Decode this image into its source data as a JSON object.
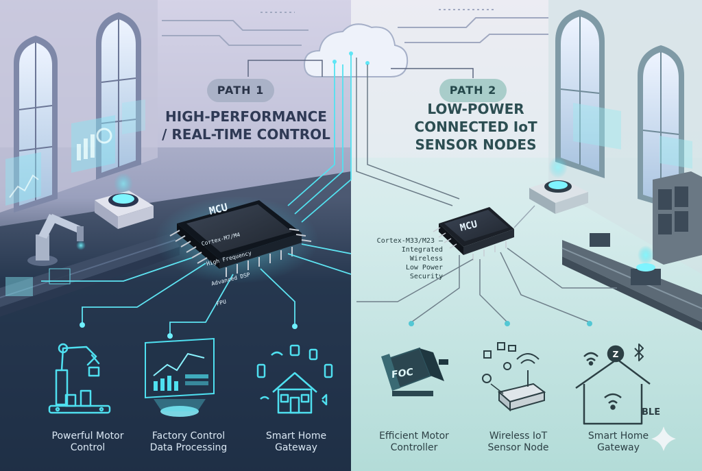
{
  "path1": {
    "badge": "PATH 1",
    "heading_line1": "HIGH-PERFORMANCE",
    "heading_line2": "/ REAL-TIME CONTROL",
    "chip": {
      "title": "MCU",
      "specs": [
        "Cortex-M7/M4",
        "High Frequency",
        "Advanced DSP",
        "FPU"
      ]
    },
    "applications": [
      {
        "label_line1": "Powerful Motor",
        "label_line2": "Control",
        "icon": "robot-arm-icon"
      },
      {
        "label_line1": "Factory Control",
        "label_line2": "Data Processing",
        "icon": "dashboard-icon"
      },
      {
        "label_line1": "Smart Home",
        "label_line2": "Gateway",
        "icon": "smart-home-icon"
      }
    ]
  },
  "path2": {
    "badge": "PATH 2",
    "heading_line1": "LOW-POWER",
    "heading_line2": "CONNECTED IoT",
    "heading_line3": "SENSOR NODES",
    "chip": {
      "title": "MCU",
      "specs": [
        "Cortex-M33/M23 —",
        "Integrated Wireless",
        "Low Power",
        "Security"
      ]
    },
    "applications": [
      {
        "label_line1": "Efficient Motor",
        "label_line2": "Controller",
        "icon": "motor-icon",
        "badge_text": "FOC"
      },
      {
        "label_line1": "Wireless IoT",
        "label_line2": "Sensor Node",
        "icon": "sensor-node-icon"
      },
      {
        "label_line1": "Smart Home",
        "label_line2": "Gateway",
        "icon": "smart-home-icon",
        "badge_text": "BLE"
      }
    ]
  },
  "colors": {
    "left_top": "#cfd0e4",
    "left_bottom": "#1d3048",
    "right_top": "#e6ecef",
    "right_bottom": "#a9d6d3",
    "accent": "#5ff0ff"
  }
}
